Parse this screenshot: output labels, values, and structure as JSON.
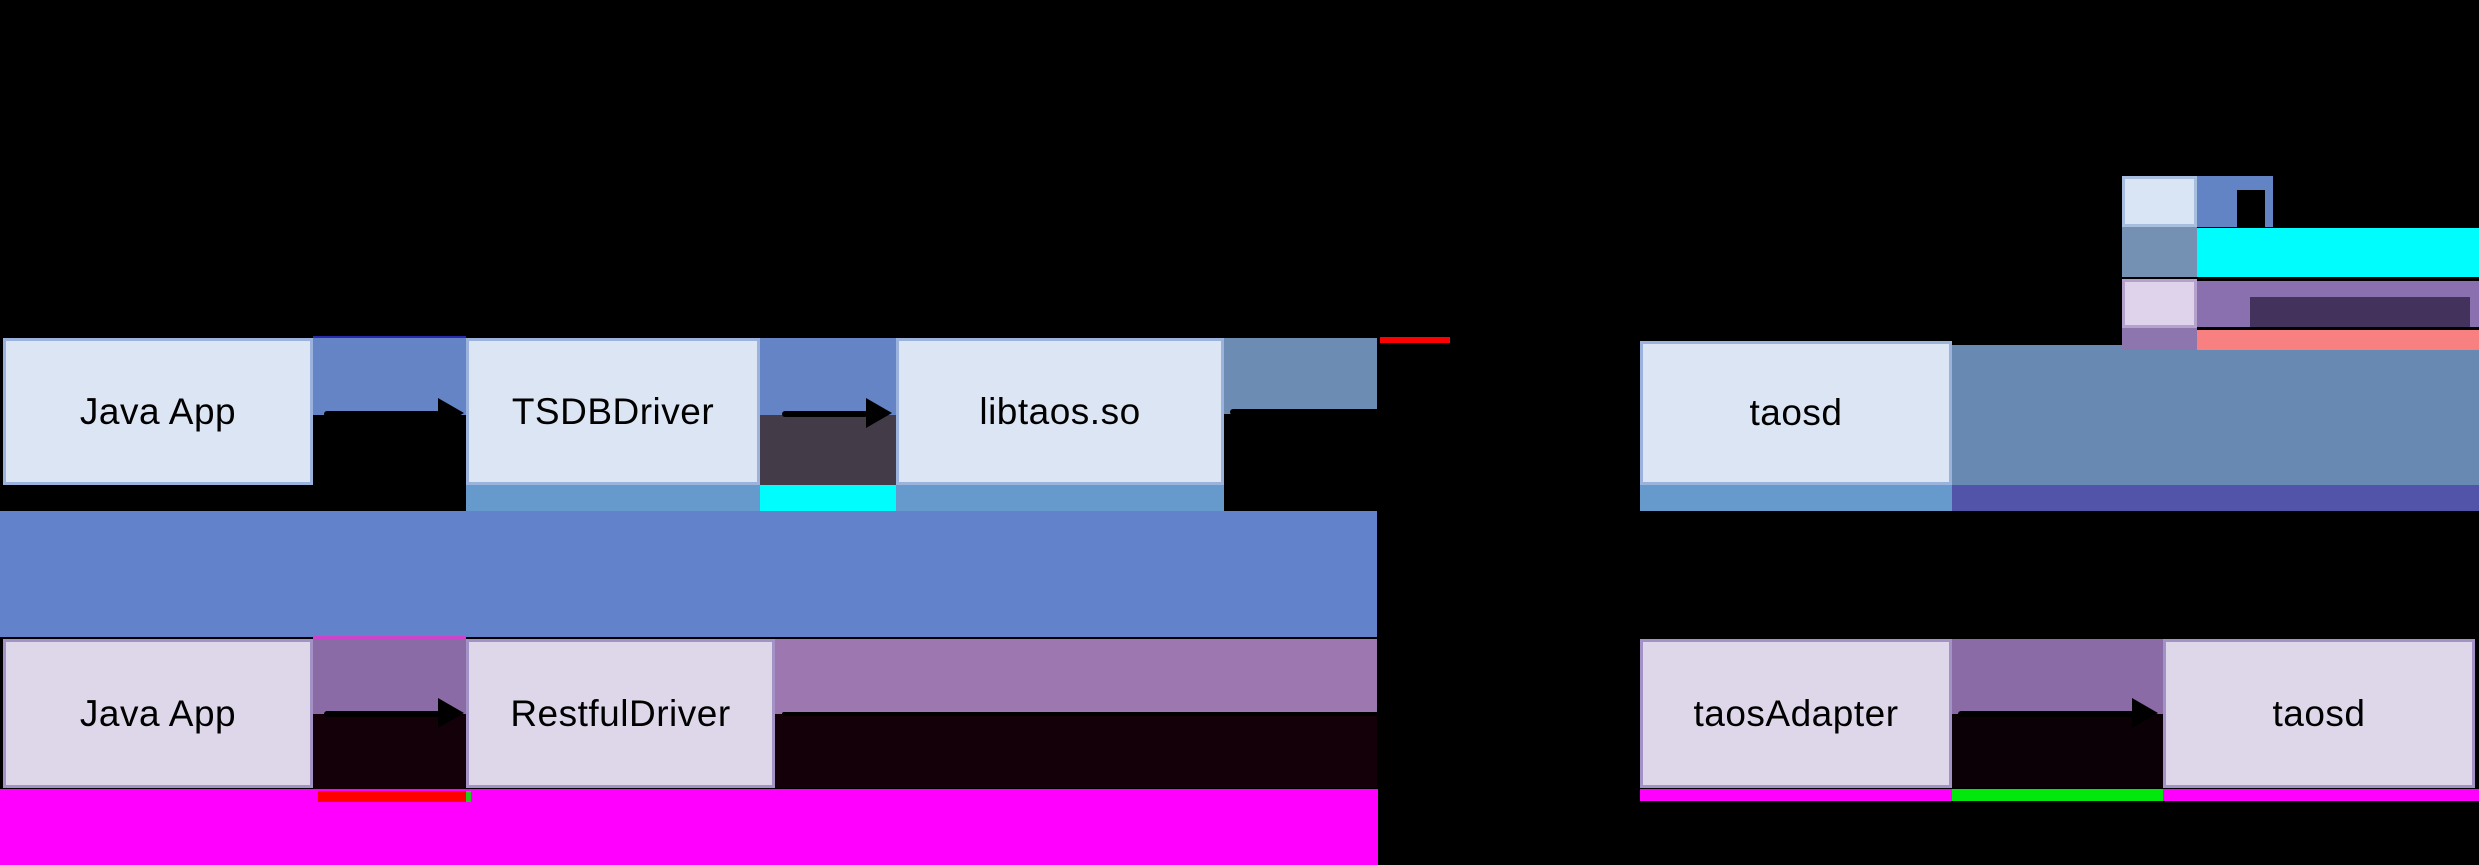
{
  "boxes": {
    "native": {
      "app": "Java App",
      "driver": "TSDBDriver",
      "lib": "libtaos.so",
      "server": "taosd"
    },
    "rest": {
      "app": "Java App",
      "driver": "RestfulDriver",
      "adapter": "taosAdapter",
      "server": "taosd"
    }
  },
  "legend": {
    "rows": [
      {
        "swatch_fill": "#d9e4f5",
        "bar_color": "#6283c4"
      },
      {
        "swatch_fill": "#7491b4",
        "bar_color": "#00fdfd"
      },
      {
        "swatch_fill": "#ded3eb",
        "bar_color": "#8a70ae"
      },
      {
        "swatch_fill": "#8d76ad",
        "bar_color": "#f98080"
      }
    ]
  },
  "colors": {
    "background": "#000000",
    "native_box_fill": "#dbe5f4",
    "native_box_border": "#9ab2dc",
    "rest_box_fill": "#ded7e9",
    "rest_box_border": "#a292c6",
    "band_blue": "#6283cb",
    "gap_blue": "#6584c6",
    "steel": "#6d8cb3",
    "steel_light": "#669acc",
    "steel_right": "#6889b1",
    "indigo": "#5254a9",
    "purple_band": "#9d77af",
    "purple_gap": "#8b6ba5",
    "dark_maroon": "#443b49",
    "near_black": "#140009",
    "magenta": "#ff00fe",
    "cyan": "#00fdfd",
    "green": "#00e80c",
    "red": "#fe0000",
    "salmon": "#f98080",
    "legend_blue_bar": "#6283c4",
    "legend_purple_bar": "#8a70ae",
    "arrow": "#000000"
  }
}
